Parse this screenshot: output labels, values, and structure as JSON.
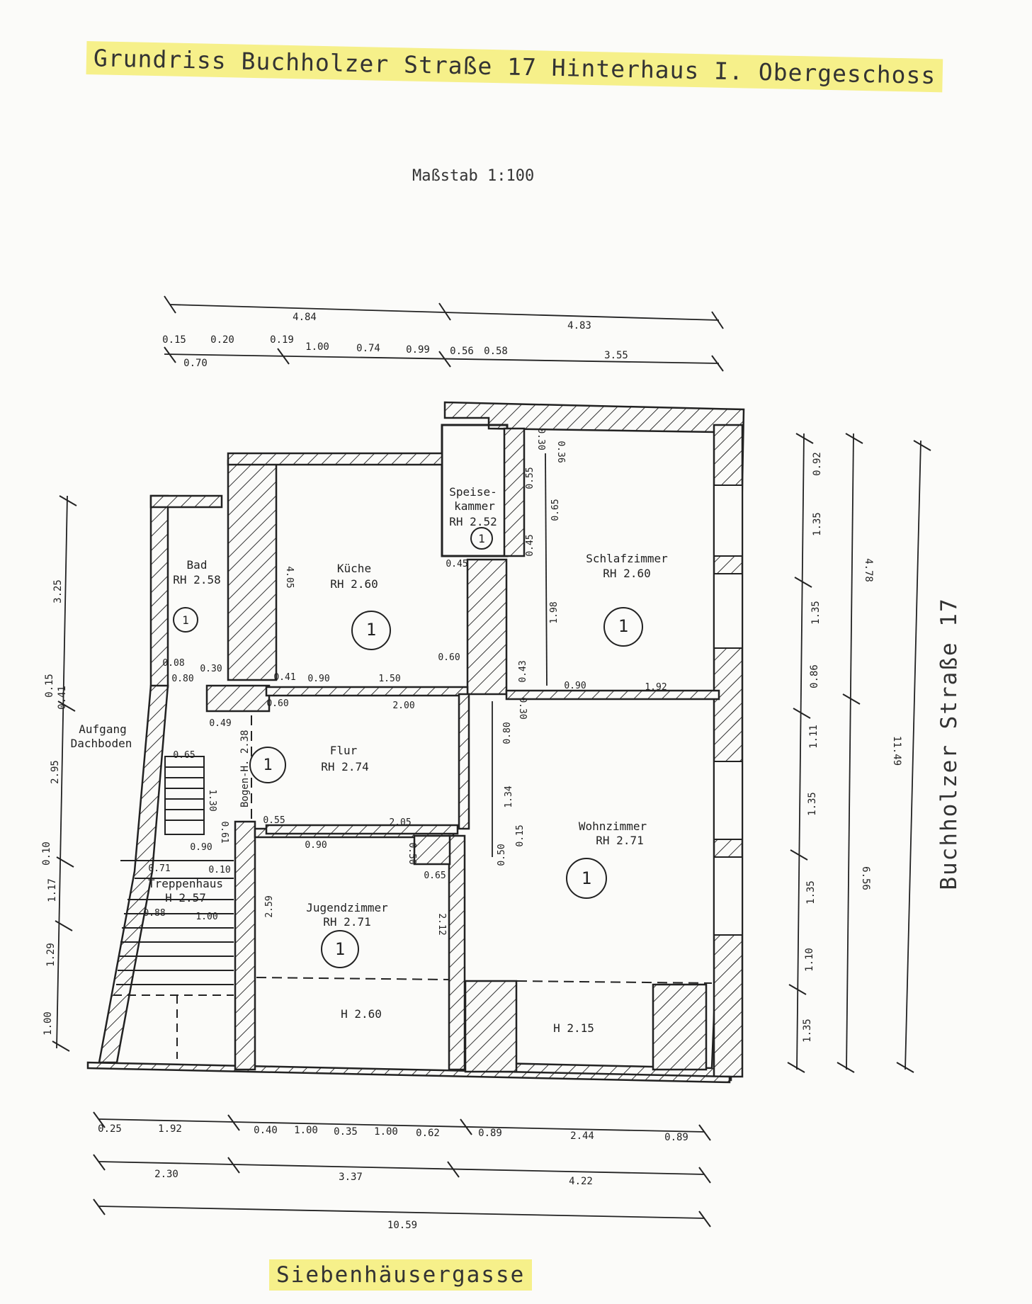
{
  "header": {
    "title": "Grundriss Buchholzer Straße 17 Hinterhaus I. Obergeschoss",
    "scale": "Maßstab 1:100"
  },
  "labels": {
    "street_side": "Buchholzer Straße 17",
    "street_bottom": "Siebenhäusergasse",
    "aufgang": "Aufgang",
    "dachboden": "Dachboden",
    "bogen": "Bogen-H. 2.38"
  },
  "rooms": [
    {
      "name": "Bad",
      "height": "RH 2.58",
      "unit": "1"
    },
    {
      "name": "Küche",
      "height": "RH 2.60",
      "unit": "1"
    },
    {
      "name": "Speise-",
      "name2": "kammer",
      "height": "RH 2.52",
      "unit": "1"
    },
    {
      "name": "Schlafzimmer",
      "height": "RH 2.60",
      "unit": "1"
    },
    {
      "name": "Flur",
      "height": "RH 2.74",
      "unit": "1"
    },
    {
      "name": "Wohnzimmer",
      "height": "RH 2.71",
      "unit": "1"
    },
    {
      "name": "Jugendzimmer",
      "height": "RH 2.71",
      "unit": "1"
    },
    {
      "name": "Treppenhaus",
      "height": "H 2.57"
    }
  ],
  "heights": {
    "jugend_low": "H 2.60",
    "wohn_low": "H 2.15"
  },
  "dims_top": {
    "row1": [
      "4.84",
      "4.83"
    ],
    "row2": [
      "0.15",
      "0.70",
      "0.20",
      "0.19",
      "1.00",
      "0.74",
      "0.99",
      "0.56",
      "0.58",
      "3.55"
    ]
  },
  "dims_bottom": {
    "row1": [
      "0.25",
      "1.92",
      "0.40",
      "1.00",
      "0.35",
      "1.00",
      "0.62",
      "0.89",
      "2.44",
      "0.89"
    ],
    "row2": [
      "2.30",
      "3.37",
      "4.22"
    ],
    "total": "10.59"
  },
  "dims_left": [
    "3.25",
    "0.15",
    "0.41",
    "2.95",
    "0.10",
    "1.17",
    "1.29",
    "1.00"
  ],
  "dims_right": {
    "col1": [
      "0.92",
      "1.35",
      "1.35",
      "0.86",
      "1.11",
      "1.35",
      "1.35",
      "1.10",
      "1.35"
    ],
    "col2": [
      "4.78",
      "6.56"
    ],
    "total": "11.49"
  },
  "dims_inner": [
    "4.05",
    "0.45",
    "0.60",
    "0.08",
    "0.30",
    "0.80",
    "0.41",
    "0.90",
    "1.50",
    "0.60",
    "2.00",
    "0.49",
    "0.65",
    "1.30",
    "0.61",
    "0.55",
    "2.05",
    "0.90",
    "0.90",
    "0.50",
    "0.65",
    "0.71",
    "0.10",
    "0.88",
    "1.00",
    "2.59",
    "2.12",
    "0.30",
    "0.36",
    "0.55",
    "0.65",
    "0.45",
    "1.98",
    "0.43",
    "0.90",
    "1.92",
    "0.30",
    "0.80",
    "1.34",
    "0.50",
    "0.15"
  ]
}
